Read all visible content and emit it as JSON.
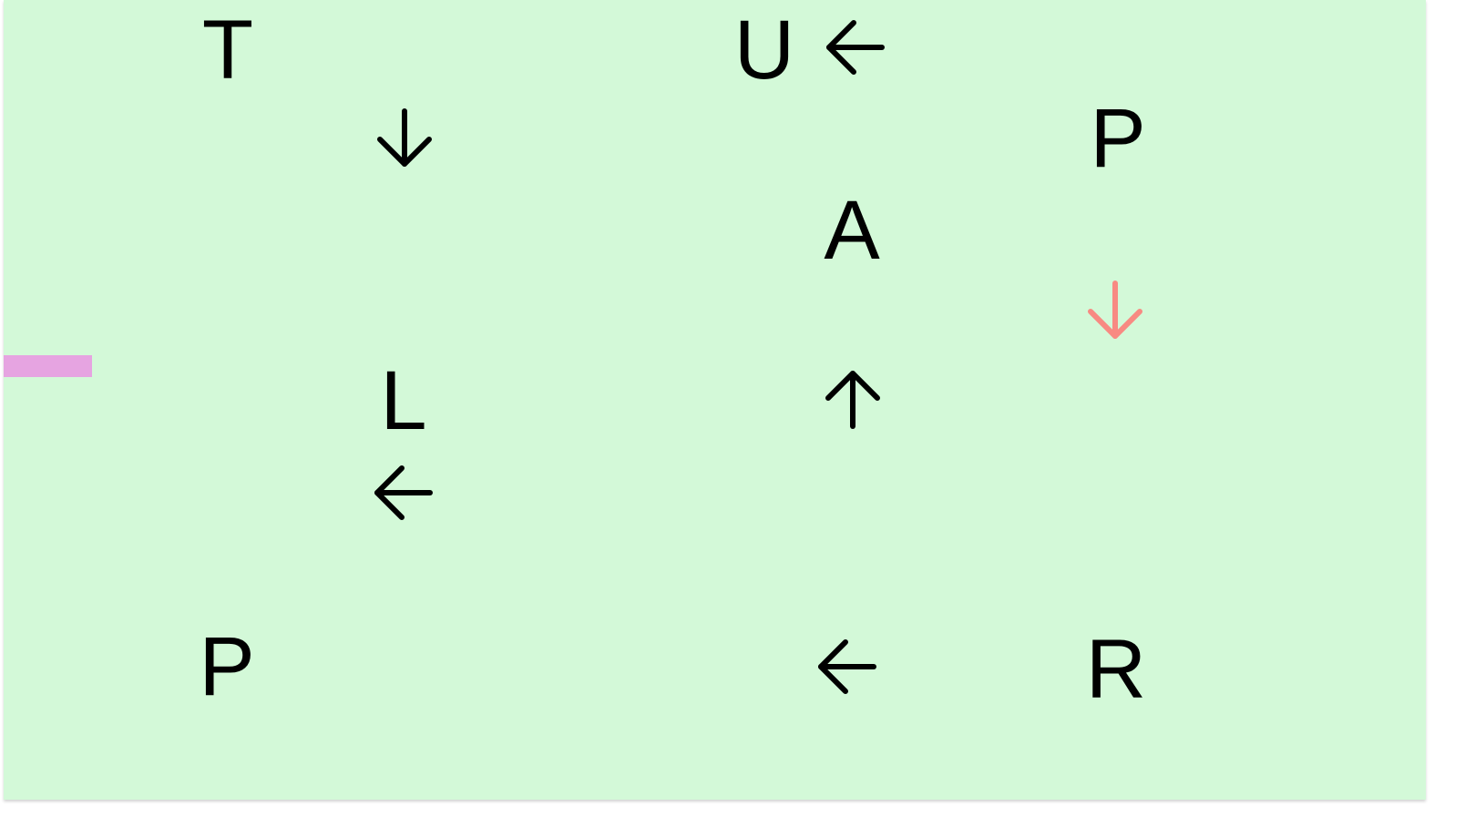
{
  "board": {
    "background": "#d3f9d8",
    "marker_color": "#e6a4e1",
    "default_color": "#000000",
    "highlight_color": "#f88a82"
  },
  "letters": {
    "t": "T",
    "u": "U",
    "p_top": "P",
    "a": "A",
    "l": "L",
    "p_bottom": "P",
    "r": "R"
  },
  "arrows": {
    "a1": {
      "direction": "left",
      "icon": "arrow-left-icon",
      "color": "#000000"
    },
    "a2": {
      "direction": "down",
      "icon": "arrow-down-icon",
      "color": "#000000"
    },
    "a3": {
      "direction": "down",
      "icon": "arrow-down-icon",
      "color": "#f88a82"
    },
    "a4": {
      "direction": "up",
      "icon": "arrow-up-icon",
      "color": "#000000"
    },
    "a5": {
      "direction": "left",
      "icon": "arrow-left-icon",
      "color": "#000000"
    },
    "a6": {
      "direction": "left",
      "icon": "arrow-left-icon",
      "color": "#000000"
    }
  }
}
